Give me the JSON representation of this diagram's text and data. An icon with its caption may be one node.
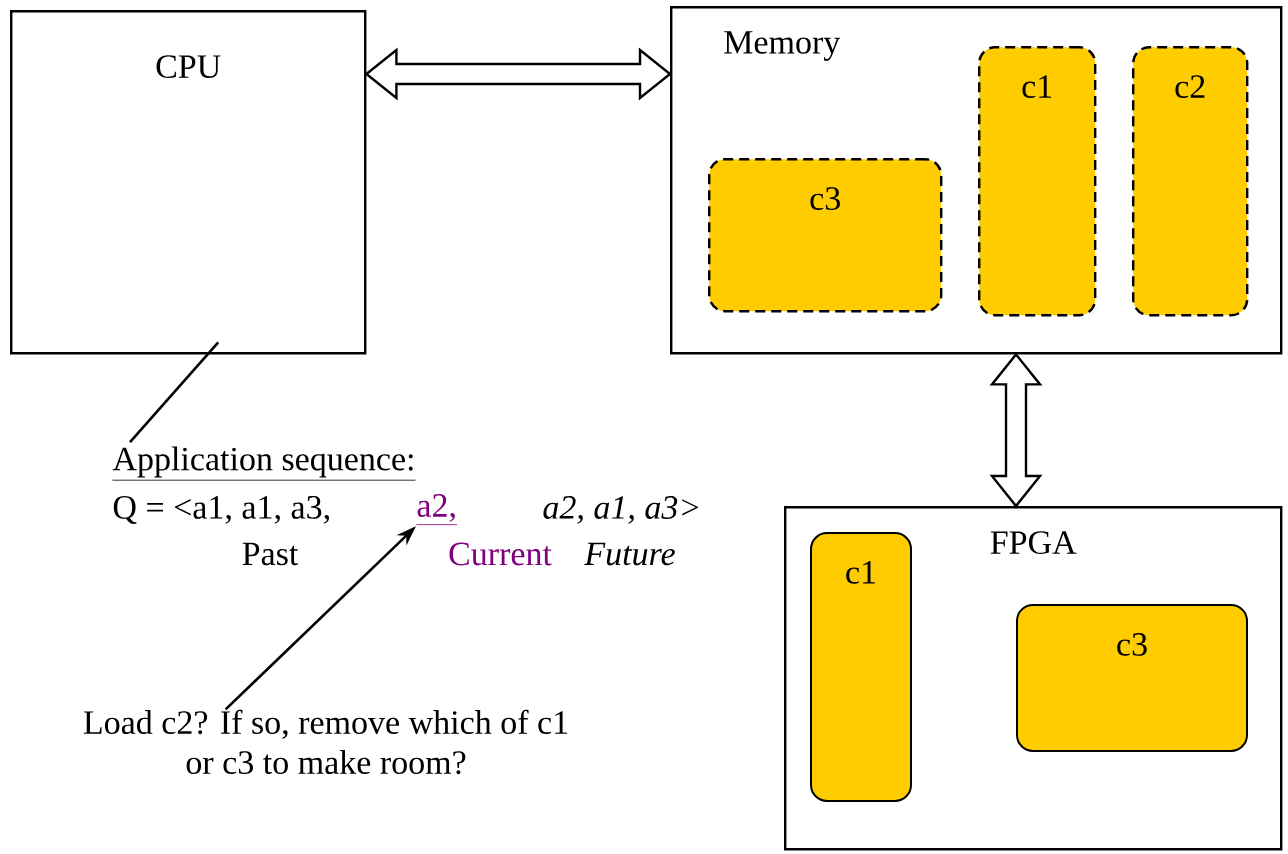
{
  "diagram": {
    "nodes": [
      {
        "text": [
          "CPU"
        ]
      },
      {
        "text": [
          "Memory"
        ]
      },
      {
        "text": [
          "c3"
        ],
        "in": 1
      },
      {
        "text": [
          "c1"
        ],
        "in": 1
      },
      {
        "text": [
          "c2"
        ],
        "in": 1
      },
      {
        "text": [
          "FPGA"
        ]
      },
      {
        "text": [
          "c1"
        ],
        "in": 5
      },
      {
        "text": [
          "c3"
        ],
        "in": 5
      },
      {
        "text": [
          "Application sequence:"
        ]
      },
      {
        "text": [
          "a2,"
        ]
      },
      {
        "text": [
          "Load c2? If so, remove which of c1 or c3 to make room?"
        ]
      }
    ],
    "edges": [
      {
        "from": 0,
        "to": 1,
        "arrow": "both",
        "style": "thick"
      },
      {
        "from": 1,
        "to": 5,
        "arrow": "both",
        "style": "thick"
      },
      {
        "from": 8,
        "to": 0,
        "arrow": "none"
      },
      {
        "from": 10,
        "to": 9,
        "arrow": "to"
      }
    ],
    "labels": [
      "Q = <a1, a1, a3,",
      "a2, a1, a3>",
      "Past",
      "Current",
      "Future"
    ]
  }
}
